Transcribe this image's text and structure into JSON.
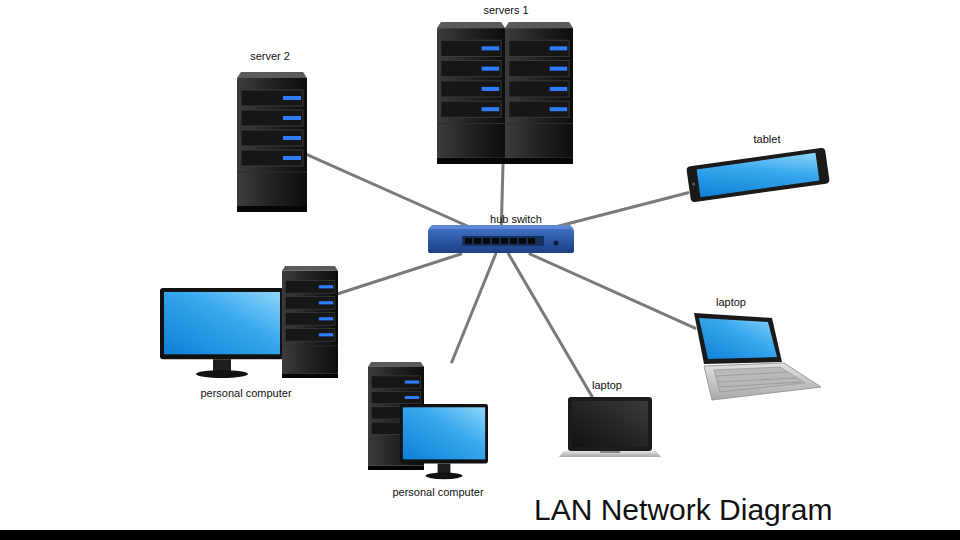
{
  "diagram": {
    "title": "LAN Network Diagram",
    "nodes": [
      {
        "text": [
          "servers 1"
        ]
      },
      {
        "text": [
          "server 2"
        ]
      },
      {
        "text": [
          "tablet"
        ]
      },
      {
        "text": [
          "hub switch"
        ]
      },
      {
        "text": [
          "personal computer"
        ]
      },
      {
        "text": [
          "laptop"
        ]
      },
      {
        "text": [
          "personal computer"
        ]
      },
      {
        "text": [
          "laptop"
        ]
      }
    ],
    "edges": [
      {
        "from": 0,
        "to": 3,
        "arrow": "none"
      },
      {
        "from": 1,
        "to": 3,
        "arrow": "none"
      },
      {
        "from": 2,
        "to": 3,
        "arrow": "none"
      },
      {
        "from": 4,
        "to": 3,
        "arrow": "none"
      },
      {
        "from": 5,
        "to": 3,
        "arrow": "none"
      },
      {
        "from": 6,
        "to": 3,
        "arrow": "none"
      },
      {
        "from": 7,
        "to": 3,
        "arrow": "none"
      }
    ]
  }
}
